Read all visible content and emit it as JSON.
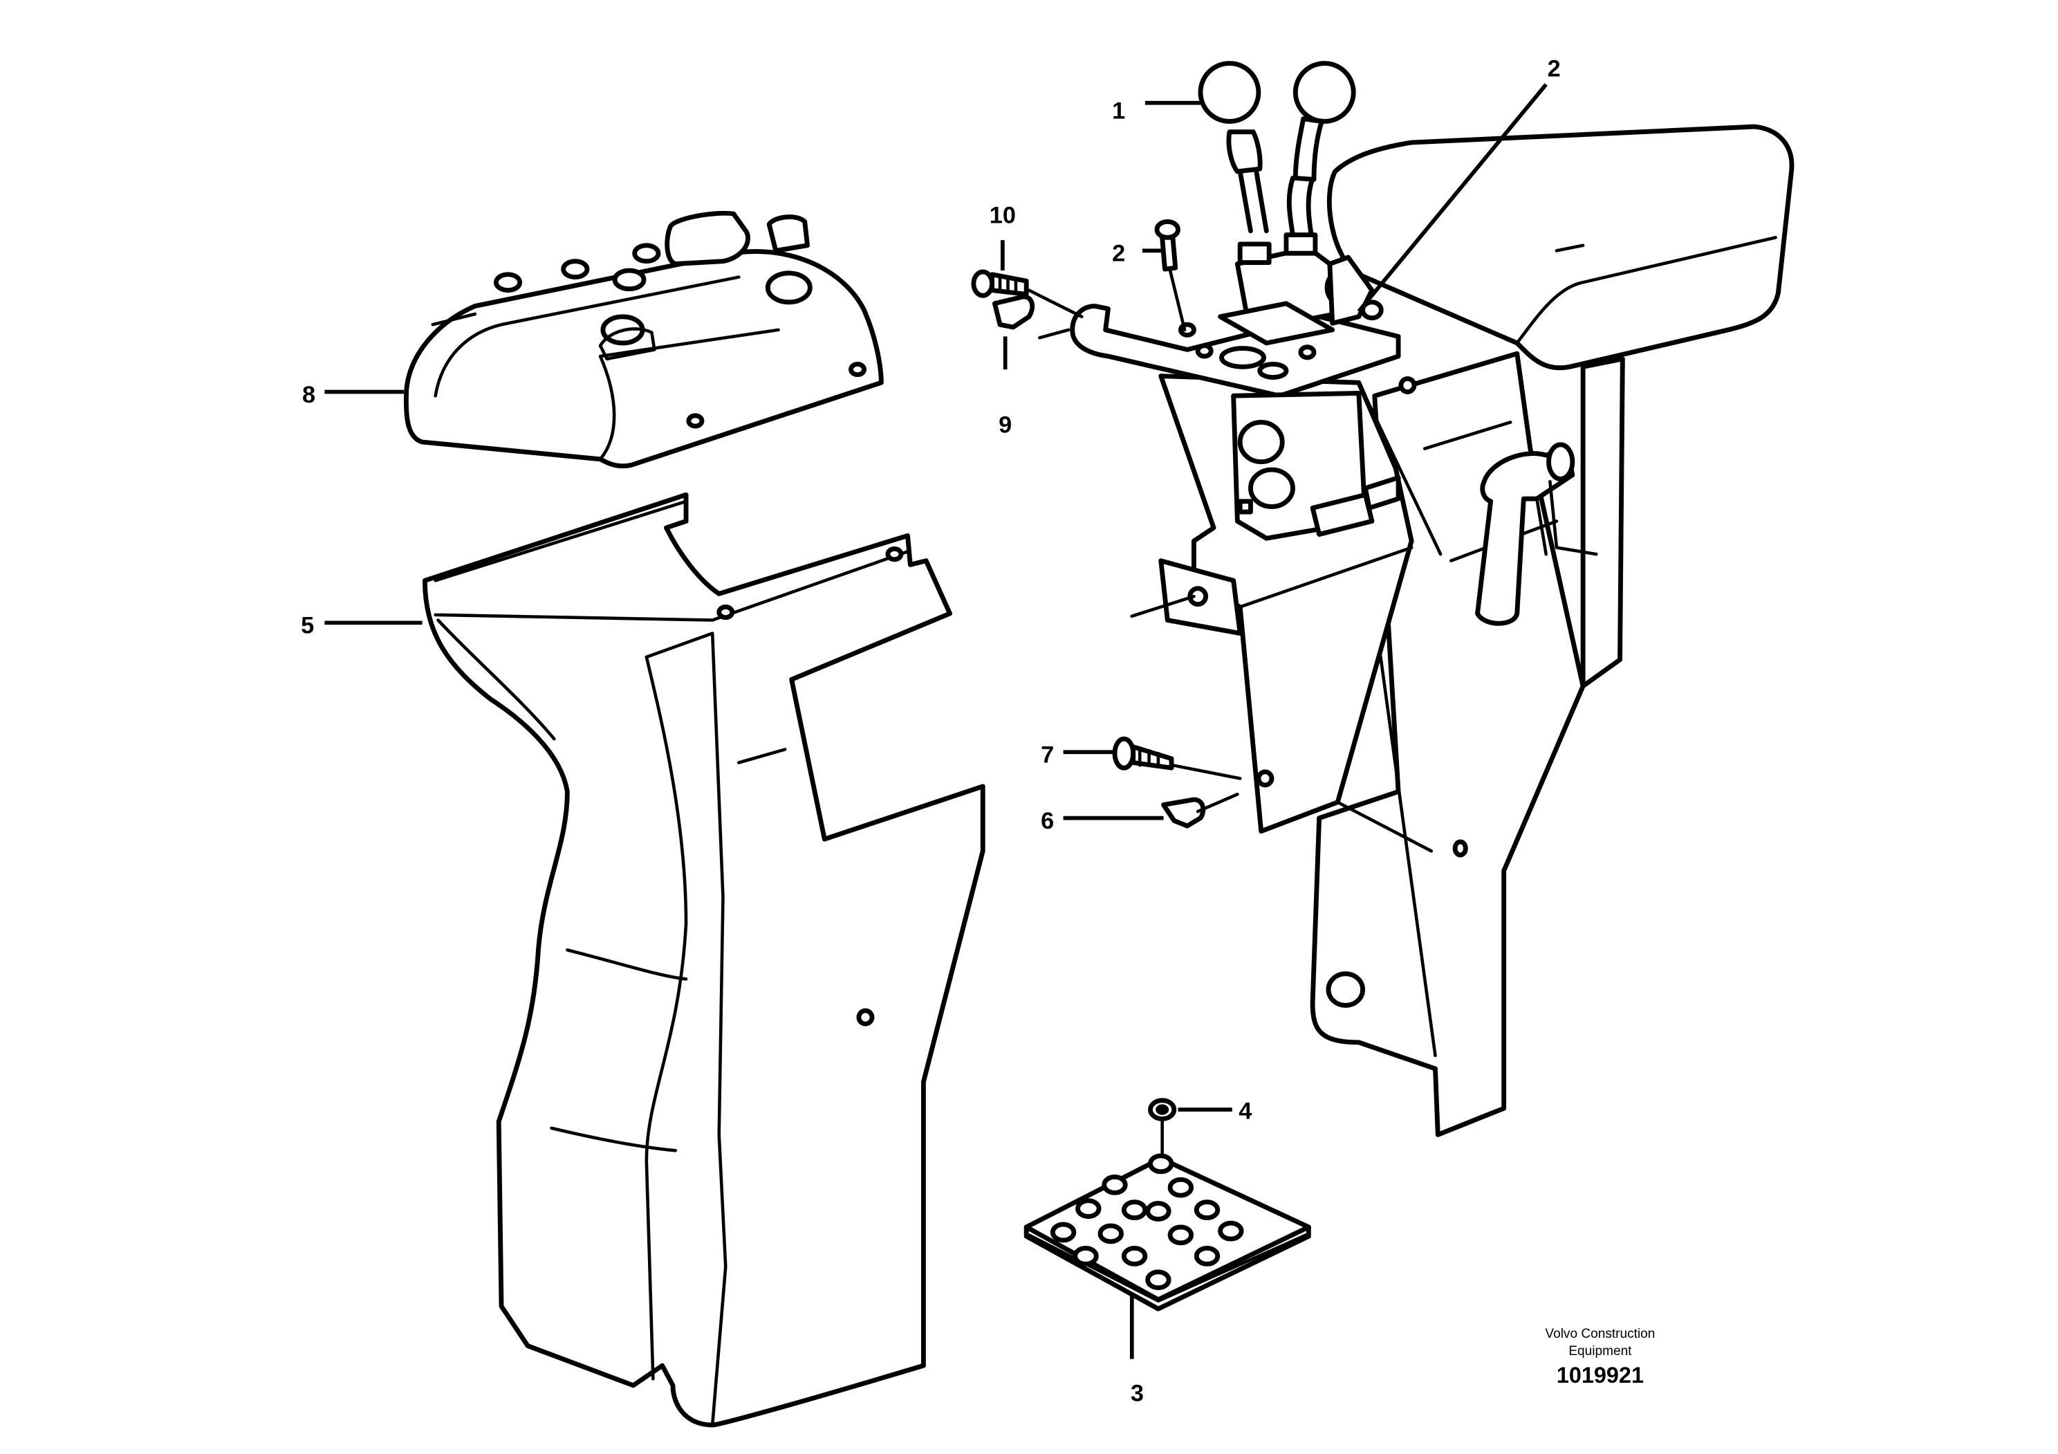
{
  "callouts": [
    {
      "id": "c1",
      "label": "1"
    },
    {
      "id": "c2a",
      "label": "2"
    },
    {
      "id": "c2b",
      "label": "2"
    },
    {
      "id": "c3",
      "label": "3"
    },
    {
      "id": "c4",
      "label": "4"
    },
    {
      "id": "c5",
      "label": "5"
    },
    {
      "id": "c6",
      "label": "6"
    },
    {
      "id": "c7",
      "label": "7"
    },
    {
      "id": "c8",
      "label": "8"
    },
    {
      "id": "c9",
      "label": "9"
    },
    {
      "id": "c10",
      "label": "10"
    }
  ],
  "credit": {
    "line1": "Volvo Construction",
    "line2": "Equipment",
    "number": "1019921"
  }
}
